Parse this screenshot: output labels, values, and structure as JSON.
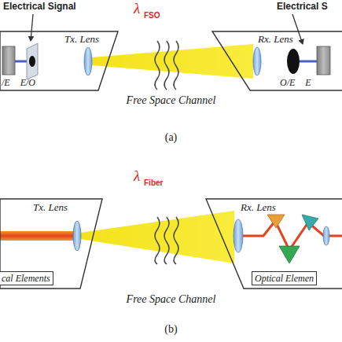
{
  "diagram": {
    "nodes": [
      {
        "text": [
          "Tx. Lens",
          "/E E/O"
        ]
      },
      {
        "text": [
          "Rx. Lens",
          "O/E E"
        ]
      },
      {
        "text": [
          "Tx. Lens",
          "cal Elements"
        ]
      },
      {
        "text": [
          "Rx. Lens",
          "Optical Elemen"
        ]
      }
    ],
    "labels": [
      "Electrical Signal",
      "λ",
      "FSO",
      "Electrical S",
      "Free Space Channel",
      "(a)",
      "λ",
      "Fiber",
      "Free Space Channel",
      "(b)"
    ]
  }
}
